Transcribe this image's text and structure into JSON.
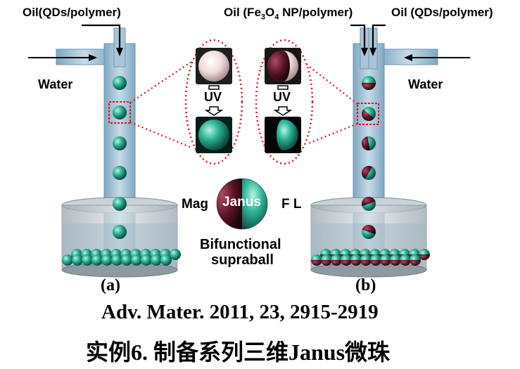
{
  "labels": {
    "oil_left": "Oil(QDs/polymer)",
    "oil_fe3o4_prefix": "Oil (Fe",
    "oil_fe3o4_sub1": "3",
    "oil_fe3o4_mid": "O",
    "oil_fe3o4_sub2": "4",
    "oil_fe3o4_suffix": " NP/polymer)",
    "oil_right": "Oil (QDs/polymer)",
    "water_left": "Water",
    "water_right": "Water",
    "uv_left": "UV",
    "uv_right": "UV",
    "mag": "Mag",
    "janus": "Janus",
    "fl": "F L",
    "bifunctional": "Bifunctional",
    "supraball": "supraball",
    "panel_a": "(a)",
    "panel_b": "(b)"
  },
  "citation": "Adv. Mater. 2011, 23, 2915-2919",
  "caption": "实例6. 制备系列三维Janus微珠",
  "colors": {
    "teal": "#1f9e86",
    "maroon": "#5a1426",
    "tube": "#9fc1d6",
    "dotted": "#e0141e"
  }
}
